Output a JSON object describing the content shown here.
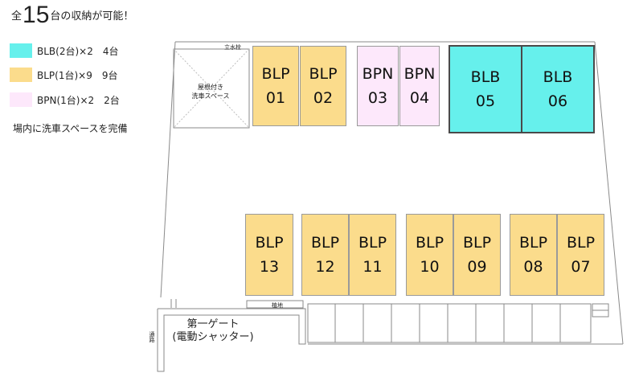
{
  "title": {
    "prefix": "全",
    "count": "15",
    "suffix": "台の収納が可能！"
  },
  "legend": [
    {
      "label": "BLB(2台)×2　4台",
      "color": "#66f0ec"
    },
    {
      "label": "BLP(1台)×9　9台",
      "color": "#fbdc8c"
    },
    {
      "label": "BPN(1台)×2　2台",
      "color": "#fde8fb"
    }
  ],
  "note": "場内に洗車スペースを完備",
  "plan_labels": {
    "faucet": "立水栓",
    "roof_line1": "屋根付き",
    "roof_line2": "洗車スペース",
    "gate_line1": "第一ゲート",
    "gate_line2": "(電動シャッター)",
    "planting": "植地",
    "side": "通路"
  },
  "spots": [
    {
      "id": "01",
      "line1": "BLP",
      "line2": "01",
      "type": "blp"
    },
    {
      "id": "02",
      "line1": "BLP",
      "line2": "02",
      "type": "blp"
    },
    {
      "id": "03",
      "line1": "BPN",
      "line2": "03",
      "type": "bpn"
    },
    {
      "id": "04",
      "line1": "BPN",
      "line2": "04",
      "type": "bpn"
    },
    {
      "id": "05",
      "line1": "BLB",
      "line2": "05",
      "type": "blb"
    },
    {
      "id": "06",
      "line1": "BLB",
      "line2": "06",
      "type": "blb"
    },
    {
      "id": "13",
      "line1": "BLP",
      "line2": "13",
      "type": "blp"
    },
    {
      "id": "12",
      "line1": "BLP",
      "line2": "12",
      "type": "blp"
    },
    {
      "id": "11",
      "line1": "BLP",
      "line2": "11",
      "type": "blp"
    },
    {
      "id": "10",
      "line1": "BLP",
      "line2": "10",
      "type": "blp"
    },
    {
      "id": "09",
      "line1": "BLP",
      "line2": "09",
      "type": "blp"
    },
    {
      "id": "08",
      "line1": "BLP",
      "line2": "08",
      "type": "blp"
    },
    {
      "id": "07",
      "line1": "BLP",
      "line2": "07",
      "type": "blp"
    }
  ]
}
